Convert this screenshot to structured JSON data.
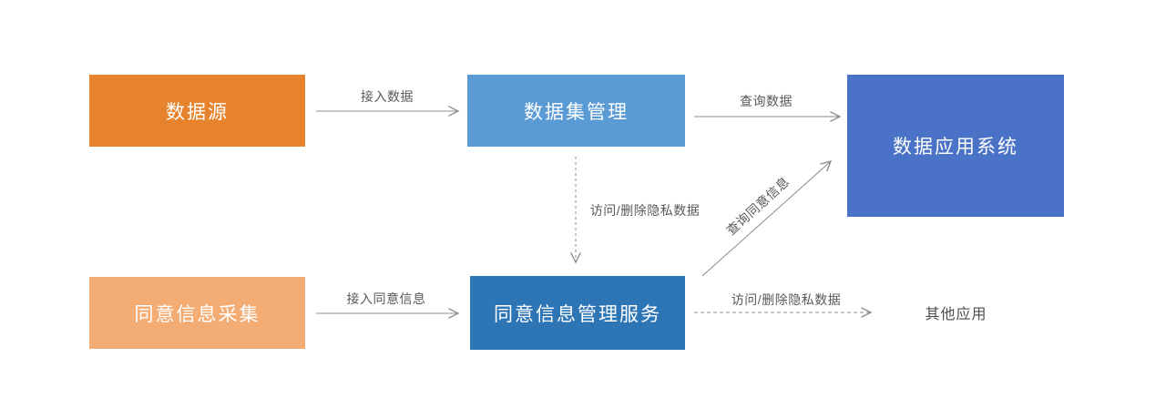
{
  "diagram": {
    "background_color": "#FFFFFF",
    "nodes": {
      "data_source": {
        "label": "数据源",
        "fill": "#E7832C",
        "text_color": "#FFFFFF"
      },
      "dataset_management": {
        "label": "数据集管理",
        "fill": "#5B9BD5",
        "text_color": "#FFFFFF"
      },
      "data_application_system": {
        "label": "数据应用系统",
        "fill": "#4A72C7",
        "text_color": "#FFFFFF"
      },
      "consent_collection": {
        "label": "同意信息采集",
        "fill": "#F2AC74",
        "text_color": "#FFFFFF"
      },
      "consent_mgmt_service": {
        "label": "同意信息管理服务",
        "fill": "#2E75B6",
        "text_color": "#FFFFFF"
      },
      "other_applications": {
        "label": "其他应用",
        "fill": "#FFFFFF",
        "border_color": "#FFB400",
        "border_style": "dashed",
        "text_color": "#4D4D4D"
      }
    },
    "edges": {
      "ingest_data": {
        "label": "接入数据",
        "from": "data_source",
        "to": "dataset_management",
        "style": "solid"
      },
      "query_data": {
        "label": "查询数据",
        "from": "dataset_management",
        "to": "data_application_system",
        "style": "solid"
      },
      "access_delete_down": {
        "label": "访问/删除隐私数据",
        "from": "dataset_management",
        "to": "consent_mgmt_service",
        "style": "dashed"
      },
      "ingest_consent": {
        "label": "接入同意信息",
        "from": "consent_collection",
        "to": "consent_mgmt_service",
        "style": "solid"
      },
      "query_consent": {
        "label": "查询同意信息",
        "from": "consent_mgmt_service",
        "to": "data_application_system",
        "style": "solid"
      },
      "access_delete_right": {
        "label": "访问/删除隐私数据",
        "from": "consent_mgmt_service",
        "to": "other_applications",
        "style": "dashed"
      }
    },
    "edge_line_color": "#8C8C8C",
    "edge_label_color": "#595959"
  }
}
